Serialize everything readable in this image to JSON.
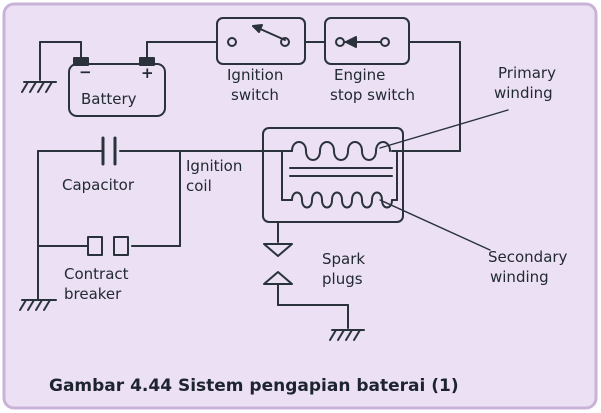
{
  "labels": {
    "battery": "Battery",
    "battery_minus": "−",
    "battery_plus": "+",
    "ignition_switch_1": "Ignition",
    "ignition_switch_2": "switch",
    "engine_stop_1": "Engine",
    "engine_stop_2": "stop switch",
    "primary_1": "Primary",
    "primary_2": "winding",
    "capacitor": "Capacitor",
    "ignition_coil_1": "Ignition",
    "ignition_coil_2": "coil",
    "secondary_1": "Secondary",
    "secondary_2": "winding",
    "spark_1": "Spark",
    "spark_2": "plugs",
    "breaker_1": "Contract",
    "breaker_2": "breaker"
  },
  "caption": "Gambar 4.44 Sistem pengapian baterai (1)",
  "colors": {
    "background": "#ece0f4",
    "border": "#c9b3d8",
    "ink": "#222a33"
  }
}
